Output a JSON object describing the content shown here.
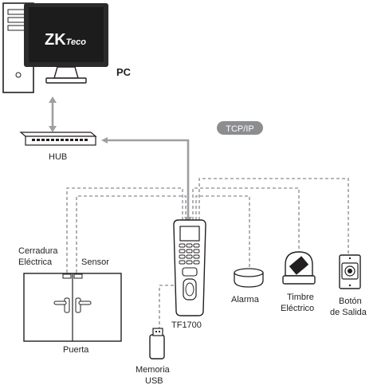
{
  "logo": {
    "brand_main": "ZK",
    "brand_sub": "Teco"
  },
  "labels": {
    "pc": "PC",
    "hub": "HUB",
    "tcpip": "TCP/IP",
    "lock_line1": "Cerradura",
    "lock_line2": "Eléctrica",
    "sensor": "Sensor",
    "door": "Puerta",
    "device": "TF1700",
    "usb_line1": "Memoria",
    "usb_line2": "USB",
    "alarm": "Alarma",
    "bell_line1": "Timbre",
    "bell_line2": "Eléctrico",
    "exit_line1": "Botón",
    "exit_line2": "de Salida"
  },
  "colors": {
    "line_gray": "#9d9fa2",
    "dark_outline": "#231f20",
    "pill_gray": "#8b8d90",
    "monitor_dark": "#2b2b2b"
  }
}
